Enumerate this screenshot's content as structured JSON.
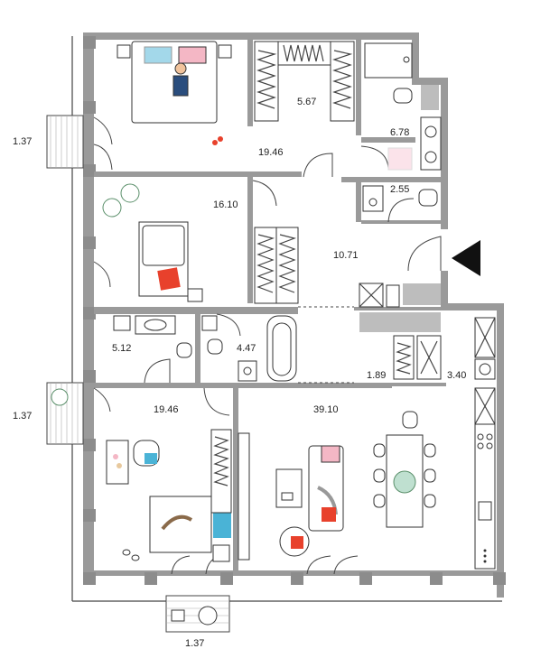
{
  "rooms": {
    "bedroom_top": "19.46",
    "wardrobe_top": "5.67",
    "bathroom_top": "6.78",
    "wc_small": "2.55",
    "bedroom_middle": "16.10",
    "hall": "10.71",
    "bathroom_middle": "5.12",
    "laundry": "4.47",
    "storage_small": "1.89",
    "pantry": "3.40",
    "bedroom_bottom": "19.46",
    "living_kitchen": "39.10"
  },
  "balconies": {
    "top_left": "1.37",
    "middle_left": "1.37",
    "bottom": "1.37"
  },
  "colors": {
    "wall": "#9a9a9a",
    "accent_red": "#e8412c",
    "accent_blue": "#4ab3d6",
    "accent_pink": "#f4b7c5",
    "plant_green": "#5a8f6a"
  },
  "icons": {
    "entrance": "entrance-arrow-icon"
  }
}
